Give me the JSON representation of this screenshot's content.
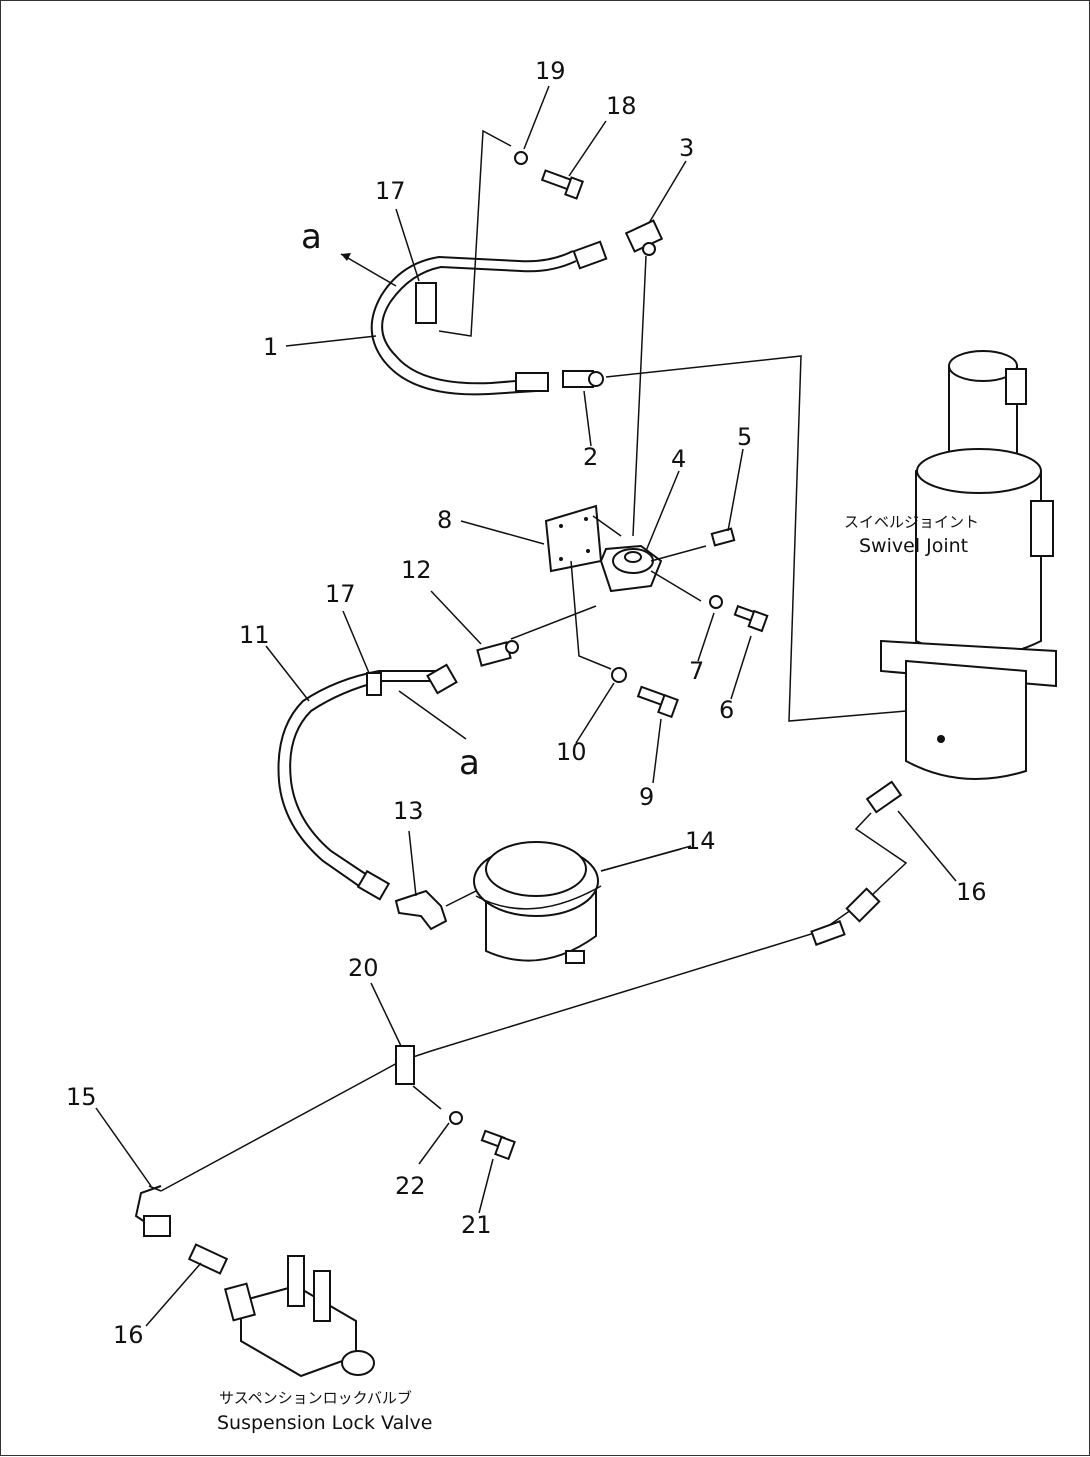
{
  "callouts": [
    {
      "id": "1",
      "text": "1"
    },
    {
      "id": "2",
      "text": "2"
    },
    {
      "id": "3",
      "text": "3"
    },
    {
      "id": "4",
      "text": "4"
    },
    {
      "id": "5",
      "text": "5"
    },
    {
      "id": "6",
      "text": "6"
    },
    {
      "id": "7",
      "text": "7"
    },
    {
      "id": "8",
      "text": "8"
    },
    {
      "id": "9",
      "text": "9"
    },
    {
      "id": "10",
      "text": "10"
    },
    {
      "id": "11",
      "text": "11"
    },
    {
      "id": "12",
      "text": "12"
    },
    {
      "id": "13",
      "text": "13"
    },
    {
      "id": "14",
      "text": "14"
    },
    {
      "id": "15",
      "text": "15"
    },
    {
      "id": "16a",
      "text": "16"
    },
    {
      "id": "16b",
      "text": "16"
    },
    {
      "id": "17a",
      "text": "17"
    },
    {
      "id": "17b",
      "text": "17"
    },
    {
      "id": "18",
      "text": "18"
    },
    {
      "id": "19",
      "text": "19"
    },
    {
      "id": "20",
      "text": "20"
    },
    {
      "id": "21",
      "text": "21"
    },
    {
      "id": "22",
      "text": "22"
    }
  ],
  "connection_marks": {
    "upper": "a",
    "lower": "a"
  },
  "labels": {
    "swivel_joint_jp": "スイベルジョイント",
    "swivel_joint_en": "Swivel Joint",
    "lock_valve_jp": "サスペンションロックバルブ",
    "lock_valve_en": "Suspension Lock Valve"
  }
}
